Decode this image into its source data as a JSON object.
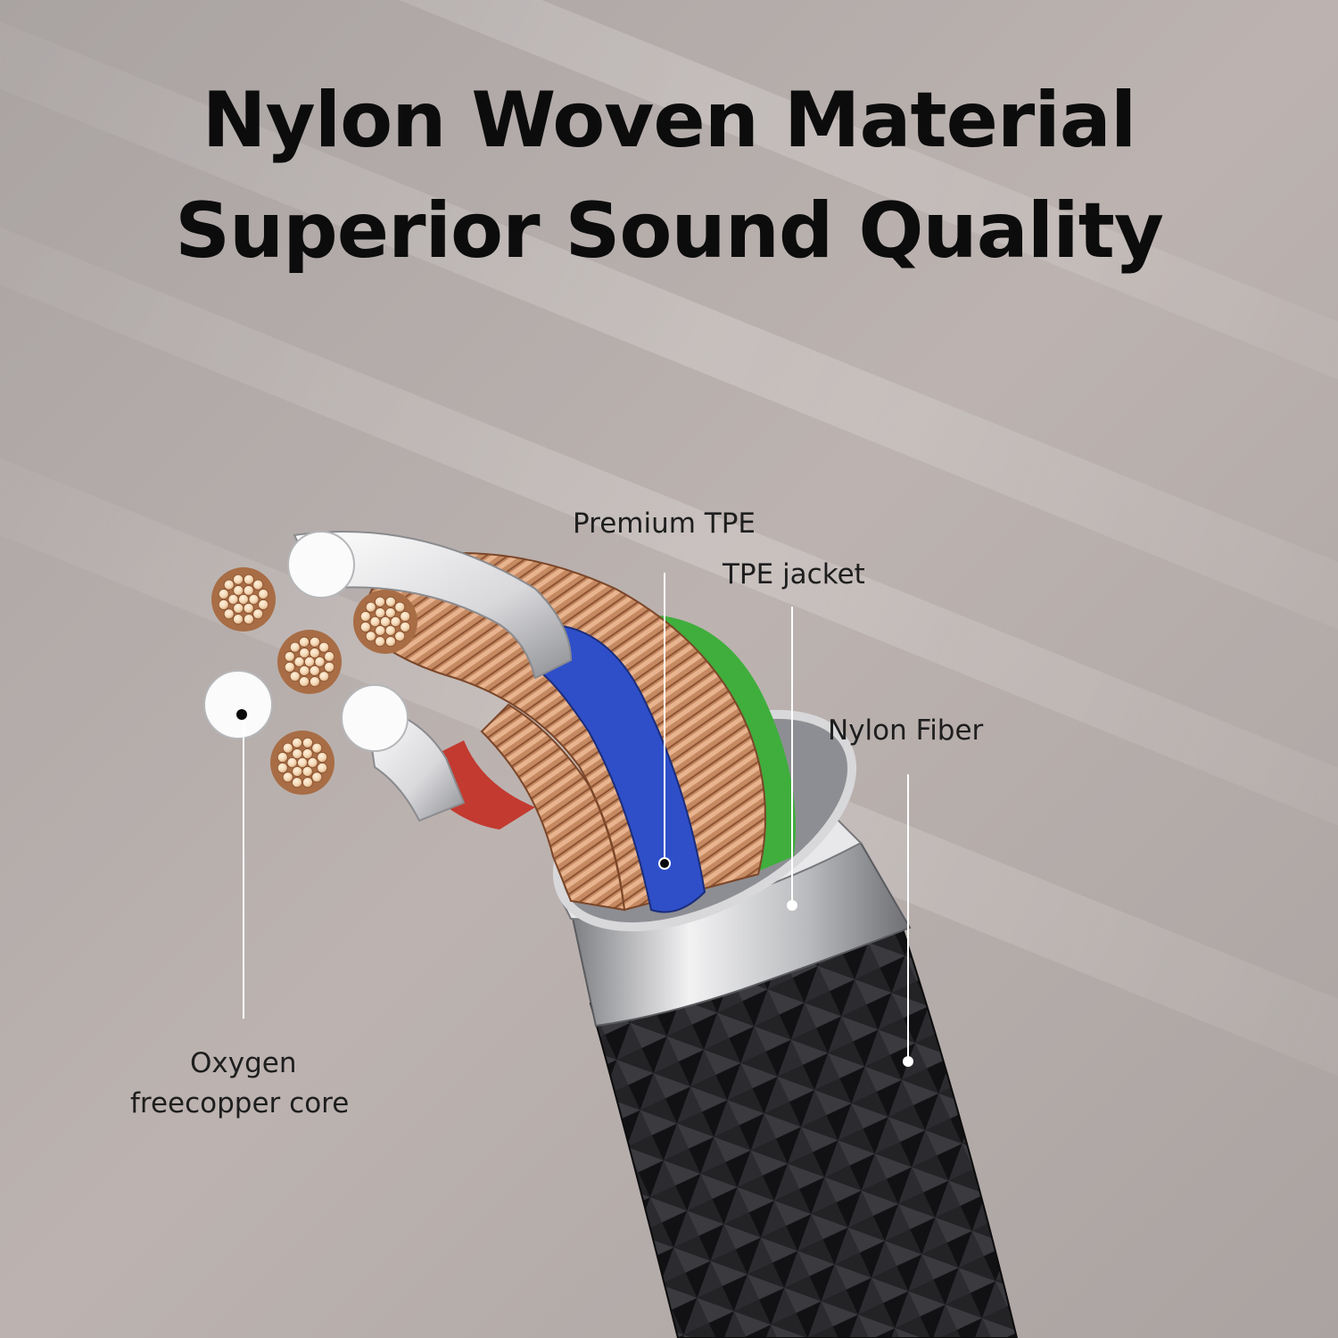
{
  "headline": {
    "line1": "Nylon Woven Material",
    "line2": "Superior Sound Quality"
  },
  "callouts": {
    "premium_tpe": "Premium TPE",
    "tpe_jacket": "TPE jacket",
    "nylon_fiber": "Nylon Fiber",
    "oxygen_core_line1": "Oxygen",
    "oxygen_core_line2": "freecopper core"
  },
  "colors": {
    "background": "#b7afac",
    "copper": "#c8906a",
    "blue_insulation": "#2d49c4",
    "green_insulation": "#3fb53d",
    "red_insulation": "#c0352e",
    "white_insulation": "#f4f4f4",
    "silver_ring": "#c9c9cb",
    "nylon_braid": "#1c1c1e",
    "leader_line": "#ffffff"
  },
  "icons": [
    "copper-strand-bundle-icon",
    "leader-dot-icon"
  ]
}
